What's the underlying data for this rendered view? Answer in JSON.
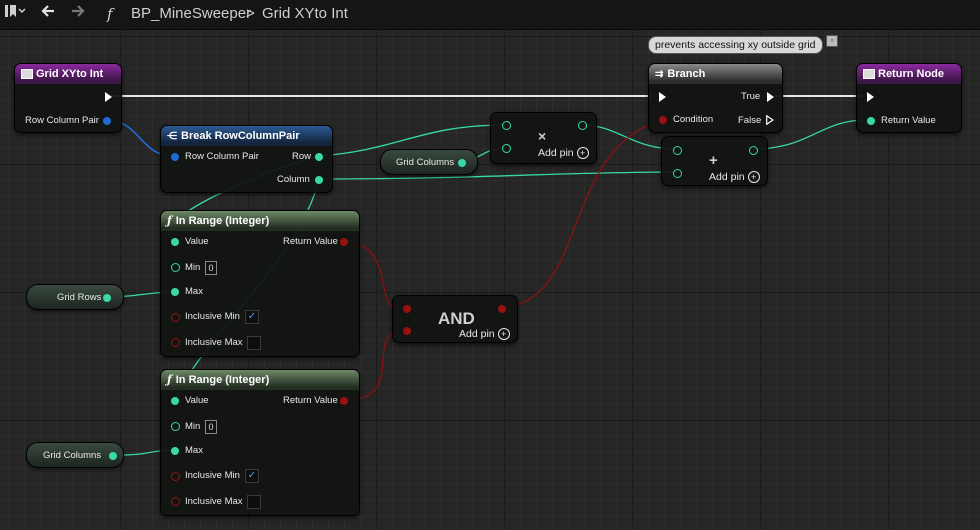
{
  "breadcrumb": {
    "blueprint": "BP_MineSweeper",
    "separator": ">",
    "graph": "Grid XYto Int",
    "func_symbol": "f"
  },
  "comment": {
    "text": "prevents accessing xy outside grid"
  },
  "nodes": {
    "entry": {
      "title": "Grid XYto Int",
      "pin_row_col": "Row Column Pair"
    },
    "break": {
      "title": "Break RowColumnPair",
      "pin_in": "Row Column Pair",
      "pin_row": "Row",
      "pin_col": "Column"
    },
    "mult": {
      "op": "×",
      "add_pin": "Add pin"
    },
    "add": {
      "op": "+",
      "add_pin": "Add pin"
    },
    "branch": {
      "title": "Branch",
      "pin_condition": "Condition",
      "pin_true": "True",
      "pin_false": "False"
    },
    "ret": {
      "title": "Return Node",
      "pin_return": "Return Value"
    },
    "inrange1": {
      "title": "In Range (Integer)",
      "pin_value": "Value",
      "pin_min": "Min",
      "min_value": "0",
      "pin_max": "Max",
      "pin_incl_min": "Inclusive Min",
      "pin_incl_max": "Inclusive Max",
      "pin_return": "Return Value",
      "incl_min_checked": true,
      "incl_max_checked": false
    },
    "inrange2": {
      "title": "In Range (Integer)",
      "pin_value": "Value",
      "pin_min": "Min",
      "min_value": "0",
      "pin_max": "Max",
      "pin_incl_min": "Inclusive Min",
      "pin_incl_max": "Inclusive Max",
      "pin_return": "Return Value",
      "incl_min_checked": true,
      "incl_max_checked": false
    },
    "and": {
      "op": "AND",
      "add_pin": "Add pin"
    }
  },
  "variables": {
    "grid_columns_a": "Grid Columns",
    "grid_rows": "Grid Rows",
    "grid_columns_b": "Grid Columns"
  },
  "colors": {
    "exec": "#ffffff",
    "integer": "#38d8a8",
    "boolean": "#9a1010",
    "struct": "#1f6bd6",
    "function_header": "#8a2a9d"
  },
  "checkmark": "✓"
}
